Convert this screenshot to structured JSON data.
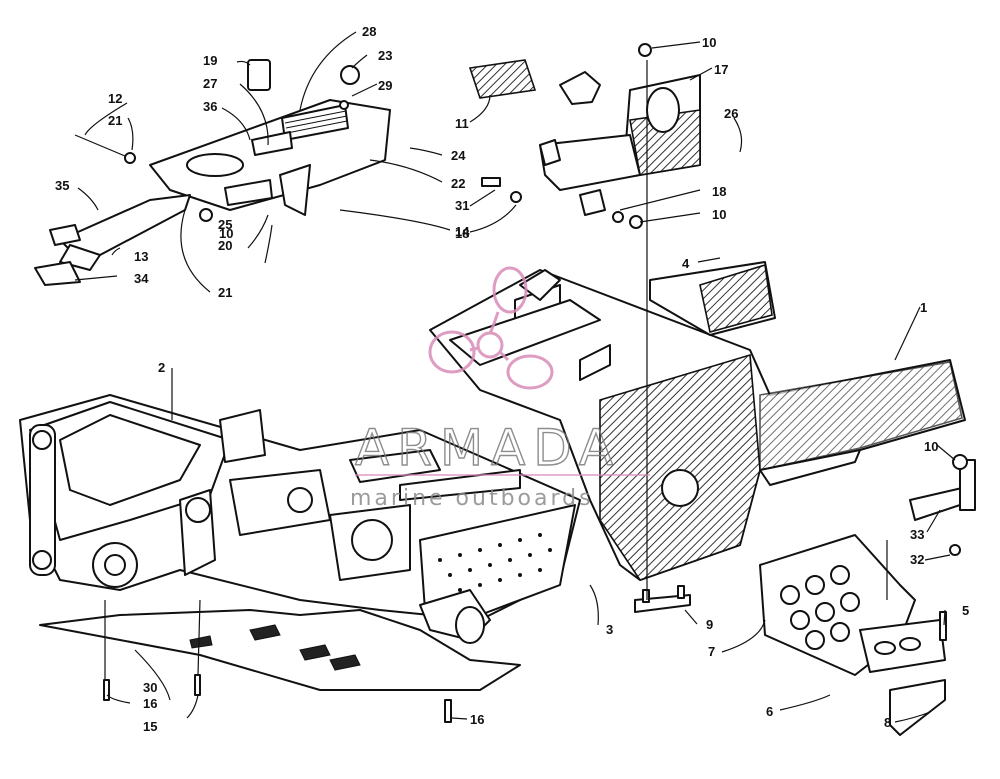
{
  "callouts": {
    "n1": "1",
    "n2": "2",
    "n3": "3",
    "n4": "4",
    "n5": "5",
    "n6": "6",
    "n7": "7",
    "n8": "8",
    "n9": "9",
    "n10a": "10",
    "n10b": "10",
    "n10c": "10",
    "n10d": "10",
    "n11": "11",
    "n12": "12",
    "n13": "13",
    "n14": "14",
    "n15": "15",
    "n16a": "16",
    "n16b": "16",
    "n17": "17",
    "n18a": "18",
    "n18b": "18",
    "n19": "19",
    "n20": "20",
    "n21a": "21",
    "n21b": "21",
    "n22": "22",
    "n23": "23",
    "n24": "24",
    "n25": "25",
    "n26": "26",
    "n27": "27",
    "n28": "28",
    "n29": "29",
    "n30": "30",
    "n31": "31",
    "n32": "32",
    "n33": "33",
    "n34": "34",
    "n35": "35",
    "n36": "36"
  },
  "watermark": {
    "title": "ARMADA",
    "subtitle": "marine outboards",
    "logo_color": "#d98bb8"
  }
}
